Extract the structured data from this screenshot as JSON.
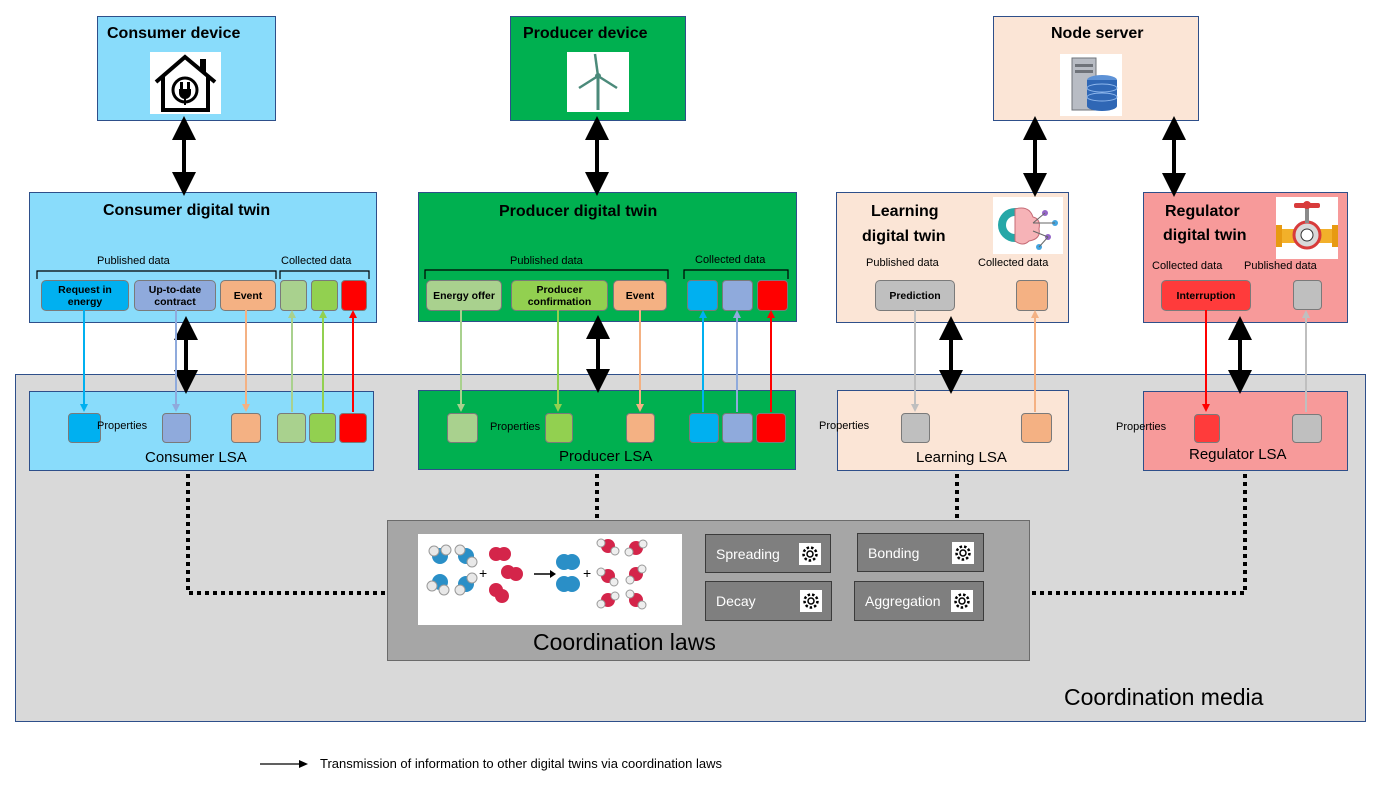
{
  "devices": {
    "consumer": "Consumer device",
    "producer": "Producer device",
    "server": "Node server"
  },
  "twins": {
    "consumer": {
      "title": "Consumer digital twin",
      "published": "Published data",
      "collected": "Collected  data",
      "buttons": [
        "Request in energy",
        "Up-to-date contract",
        "Event"
      ]
    },
    "producer": {
      "title": "Producer digital twin",
      "published": "Published data",
      "collected": "Collected  data",
      "buttons": [
        "Energy offer",
        "Producer confirmation",
        "Event"
      ]
    },
    "learning": {
      "title_line1": "Learning",
      "title_line2": "digital twin",
      "published": "Published data",
      "collected": "Collected  data",
      "button": "Prediction"
    },
    "regulator": {
      "title_line1": "Regulator",
      "title_line2": "digital twin",
      "collected": "Collected  data",
      "published": "Published data",
      "button": "Interruption"
    }
  },
  "lsa": {
    "properties": "Properties",
    "consumer": "Consumer  LSA",
    "producer": "Producer  LSA",
    "learning": "Learning LSA",
    "regulator": "Regulator  LSA"
  },
  "laws": {
    "title": "Coordination laws",
    "spreading": "Spreading",
    "bonding": "Bonding",
    "decay": "Decay",
    "aggregation": "Aggregation"
  },
  "media": "Coordination  media",
  "legend": "Transmission of information to other digital twins via coordination laws",
  "colors": {
    "consumer": "#89dcfb",
    "producer": "#00b050",
    "learning": "#fbe5d6",
    "regulator": "#f79a9a",
    "media": "#d9d9d9",
    "laws": "#a6a6a6"
  }
}
